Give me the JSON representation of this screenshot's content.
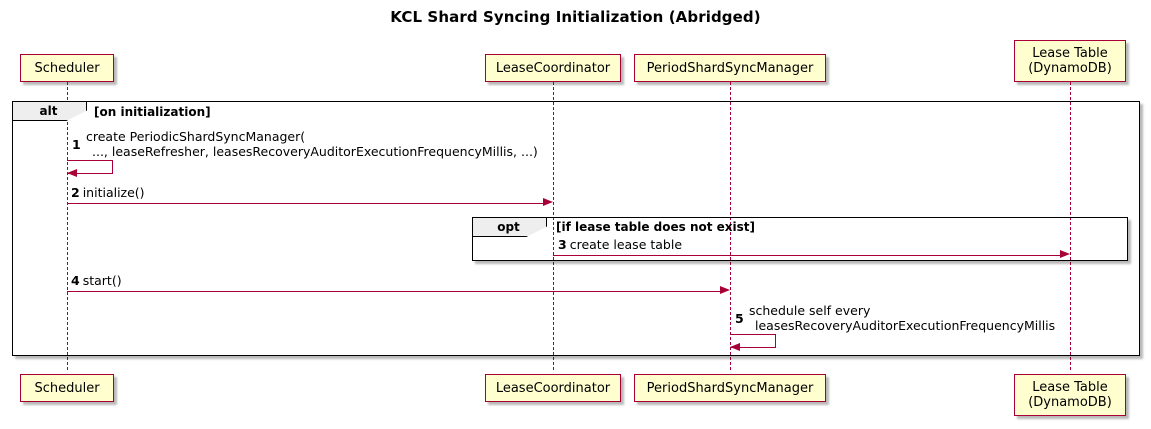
{
  "title": "KCL Shard Syncing Initialization (Abridged)",
  "colors": {
    "participant_fill": "#FEFECE",
    "participant_border": "#A80036",
    "arrow": "#A80036",
    "fragment_border": "#000000",
    "fragment_label_fill": "#EEEEEE"
  },
  "participants": [
    {
      "id": "scheduler",
      "label_line1": "Scheduler",
      "label_line2": ""
    },
    {
      "id": "leasecoord",
      "label_line1": "LeaseCoordinator",
      "label_line2": ""
    },
    {
      "id": "pssm",
      "label_line1": "PeriodShardSyncManager",
      "label_line2": ""
    },
    {
      "id": "leasetable",
      "label_line1": "Lease Table",
      "label_line2": "(DynamoDB)"
    }
  ],
  "fragments": [
    {
      "id": "alt",
      "keyword": "alt",
      "guard": "[on initialization]"
    },
    {
      "id": "opt",
      "keyword": "opt",
      "guard": "[if lease table does not exist]"
    }
  ],
  "messages": [
    {
      "number": "1",
      "from": "scheduler",
      "to": "scheduler",
      "self": true,
      "line1": "create PeriodicShardSyncManager(",
      "line2": "..., leaseRefresher, leasesRecoveryAuditorExecutionFrequencyMillis, ...)"
    },
    {
      "number": "2",
      "from": "scheduler",
      "to": "leasecoord",
      "self": false,
      "line1": "initialize()",
      "line2": ""
    },
    {
      "number": "3",
      "from": "leasecoord",
      "to": "leasetable",
      "self": false,
      "line1": "create lease table",
      "line2": ""
    },
    {
      "number": "4",
      "from": "scheduler",
      "to": "pssm",
      "self": false,
      "line1": "start()",
      "line2": ""
    },
    {
      "number": "5",
      "from": "pssm",
      "to": "pssm",
      "self": true,
      "line1": "schedule self every",
      "line2": "leasesRecoveryAuditorExecutionFrequencyMillis"
    }
  ]
}
